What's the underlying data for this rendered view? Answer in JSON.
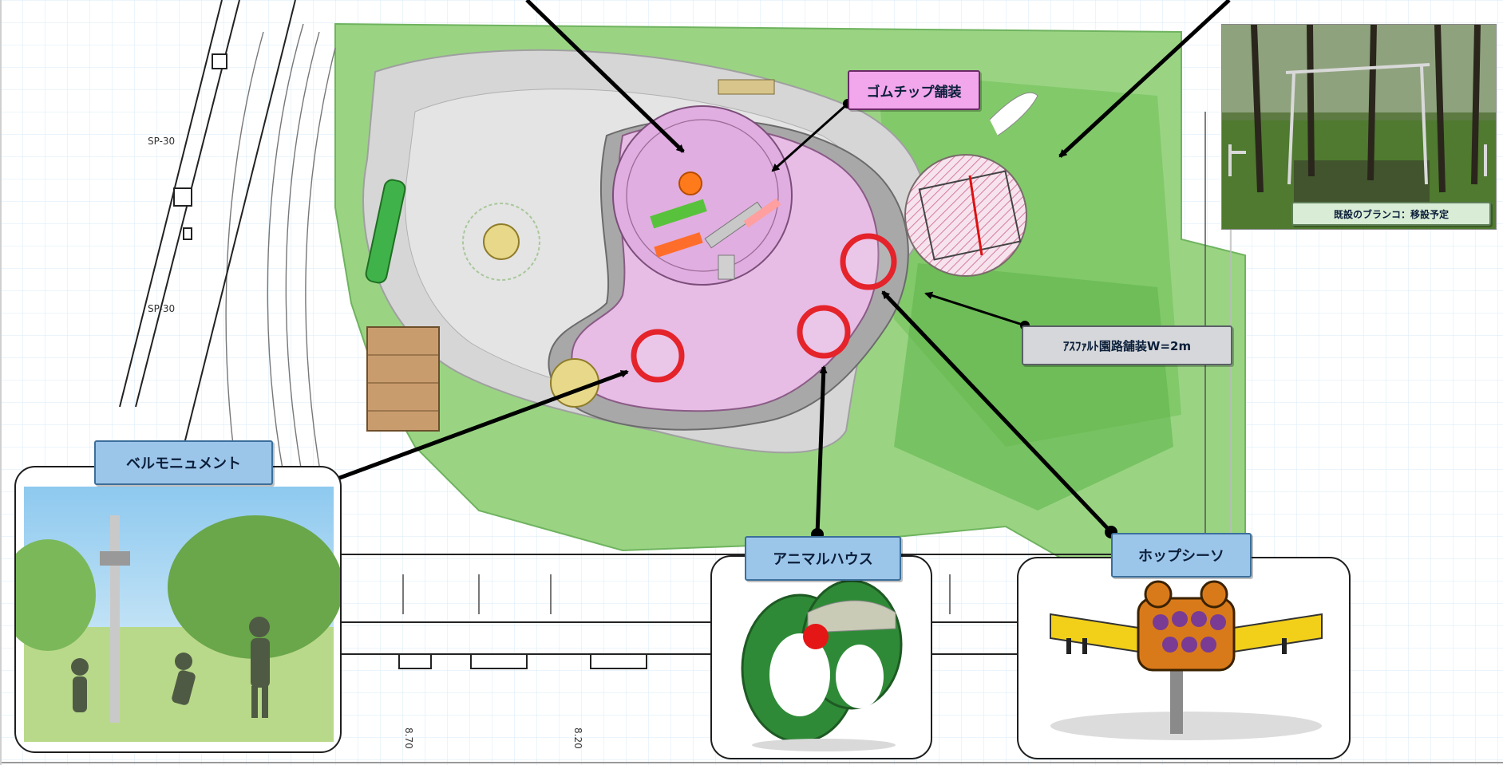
{
  "labels": {
    "rubber_chip": "ゴムチップ舗装",
    "asphalt_path": "ｱｽﾌｧﾙﾄ園路舗装W=2m",
    "bell_monument": "ベルモニュメント",
    "animal_house": "アニマルハウス",
    "hop_seesaw": "ホップシーソ",
    "existing_swing": "既設のブランコ：移設予定"
  },
  "plan_marks": {
    "sp_top": "SP-30",
    "sp_bottom": "SP-30",
    "dim_left": "8.70",
    "dim_right": "8.20"
  },
  "colors": {
    "lawn": "#93d17f",
    "path": "#d9d9d9",
    "play_area": "#e9bfe8",
    "callout_ring": "#e4232b",
    "arrow": "#000000",
    "label_blue": "#9cc5ea",
    "label_pink": "#f2a6ec"
  },
  "icons": {
    "arrow": "arrow-icon",
    "callout_ring": "circle-marker-icon"
  }
}
